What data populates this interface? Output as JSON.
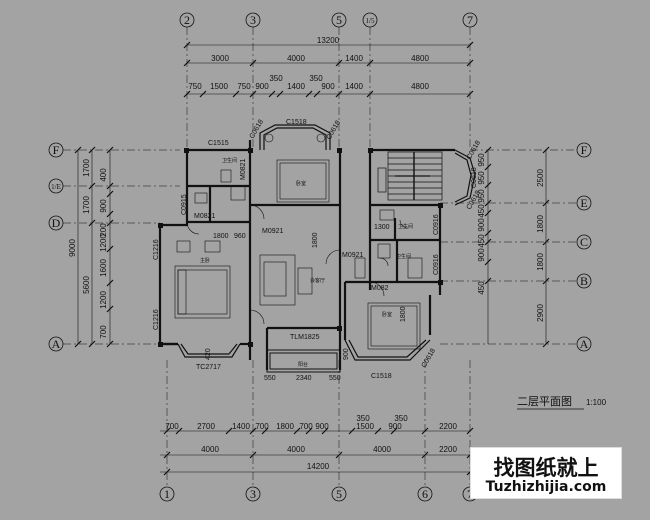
{
  "axes_top": [
    "2",
    "3",
    "5",
    "1/5",
    "7"
  ],
  "axes_bottom": [
    "1",
    "3",
    "5",
    "6",
    "7"
  ],
  "axes_left": [
    "F",
    "1/E",
    "D",
    "A"
  ],
  "axes_right": [
    "F",
    "E",
    "C",
    "B",
    "A"
  ],
  "dims_top": {
    "total": "13200",
    "row2": [
      "3000",
      "4000",
      "1400",
      "4800"
    ],
    "row3": [
      "750",
      "1500",
      "750",
      "900",
      "350",
      "1400",
      "350",
      "900",
      "1400",
      "4800"
    ]
  },
  "dims_bottom": {
    "row1": [
      "700",
      "2700",
      "1400",
      "700",
      "1800",
      "700",
      "900",
      "1500",
      "900",
      "2200"
    ],
    "row1_small": [
      "350",
      "350"
    ],
    "row2": [
      "4000",
      "4000",
      "4000",
      "2200"
    ],
    "total": "14200"
  },
  "dims_left": {
    "total": "9000",
    "mid": [
      "1700",
      "1700",
      "5600"
    ],
    "inner": [
      "400",
      "900",
      "200",
      "1200",
      "1600",
      "1200",
      "700"
    ]
  },
  "dims_right": {
    "outer": [
      "2500",
      "1800",
      "1800",
      "2900"
    ],
    "inner": [
      "950",
      "950",
      "950",
      "450",
      "900",
      "450",
      "900",
      "450"
    ]
  },
  "labels": {
    "c1515": "C1515",
    "c1518_top": "C1518",
    "c0618_a": "C0618",
    "c0618_b": "C0618",
    "m0821_a": "M0821",
    "m0821_b": "M0821",
    "c0915": "C0915",
    "m0921_a": "M0921",
    "m0921_b": "M0921",
    "c1216_a": "C1216",
    "c1216_b": "C1216",
    "tc2717": "TC2717",
    "tlm1825": "TLM1825",
    "c1518_bot": "C1518",
    "m082": "M082",
    "c0916_a": "C0916",
    "c0916_b": "C0916",
    "c0618_r1": "C0618",
    "c0618_r2": "C0618",
    "c0618_r3": "C0618",
    "c0618_r4": "C0618",
    "d1800": "1800",
    "d960": "960",
    "d1300": "1300",
    "d1800_b": "1800",
    "d420": "420",
    "d550a": "550",
    "d2340": "2340",
    "d550b": "550",
    "d900": "900",
    "d1800_c": "1800"
  },
  "rooms": {
    "wc1": "卫生间",
    "master_bed": "主卧",
    "bedroom_top": "卧室",
    "bedroom_bot": "卧室",
    "wc2": "卫生间",
    "balcony": "阳台",
    "lobby": "会客厅",
    "wc3": "卫生间"
  },
  "title": "二层平面图",
  "scale": "1:100",
  "watermark": {
    "cn": "找图纸就上",
    "en": "Tuzhizhijia.com"
  }
}
